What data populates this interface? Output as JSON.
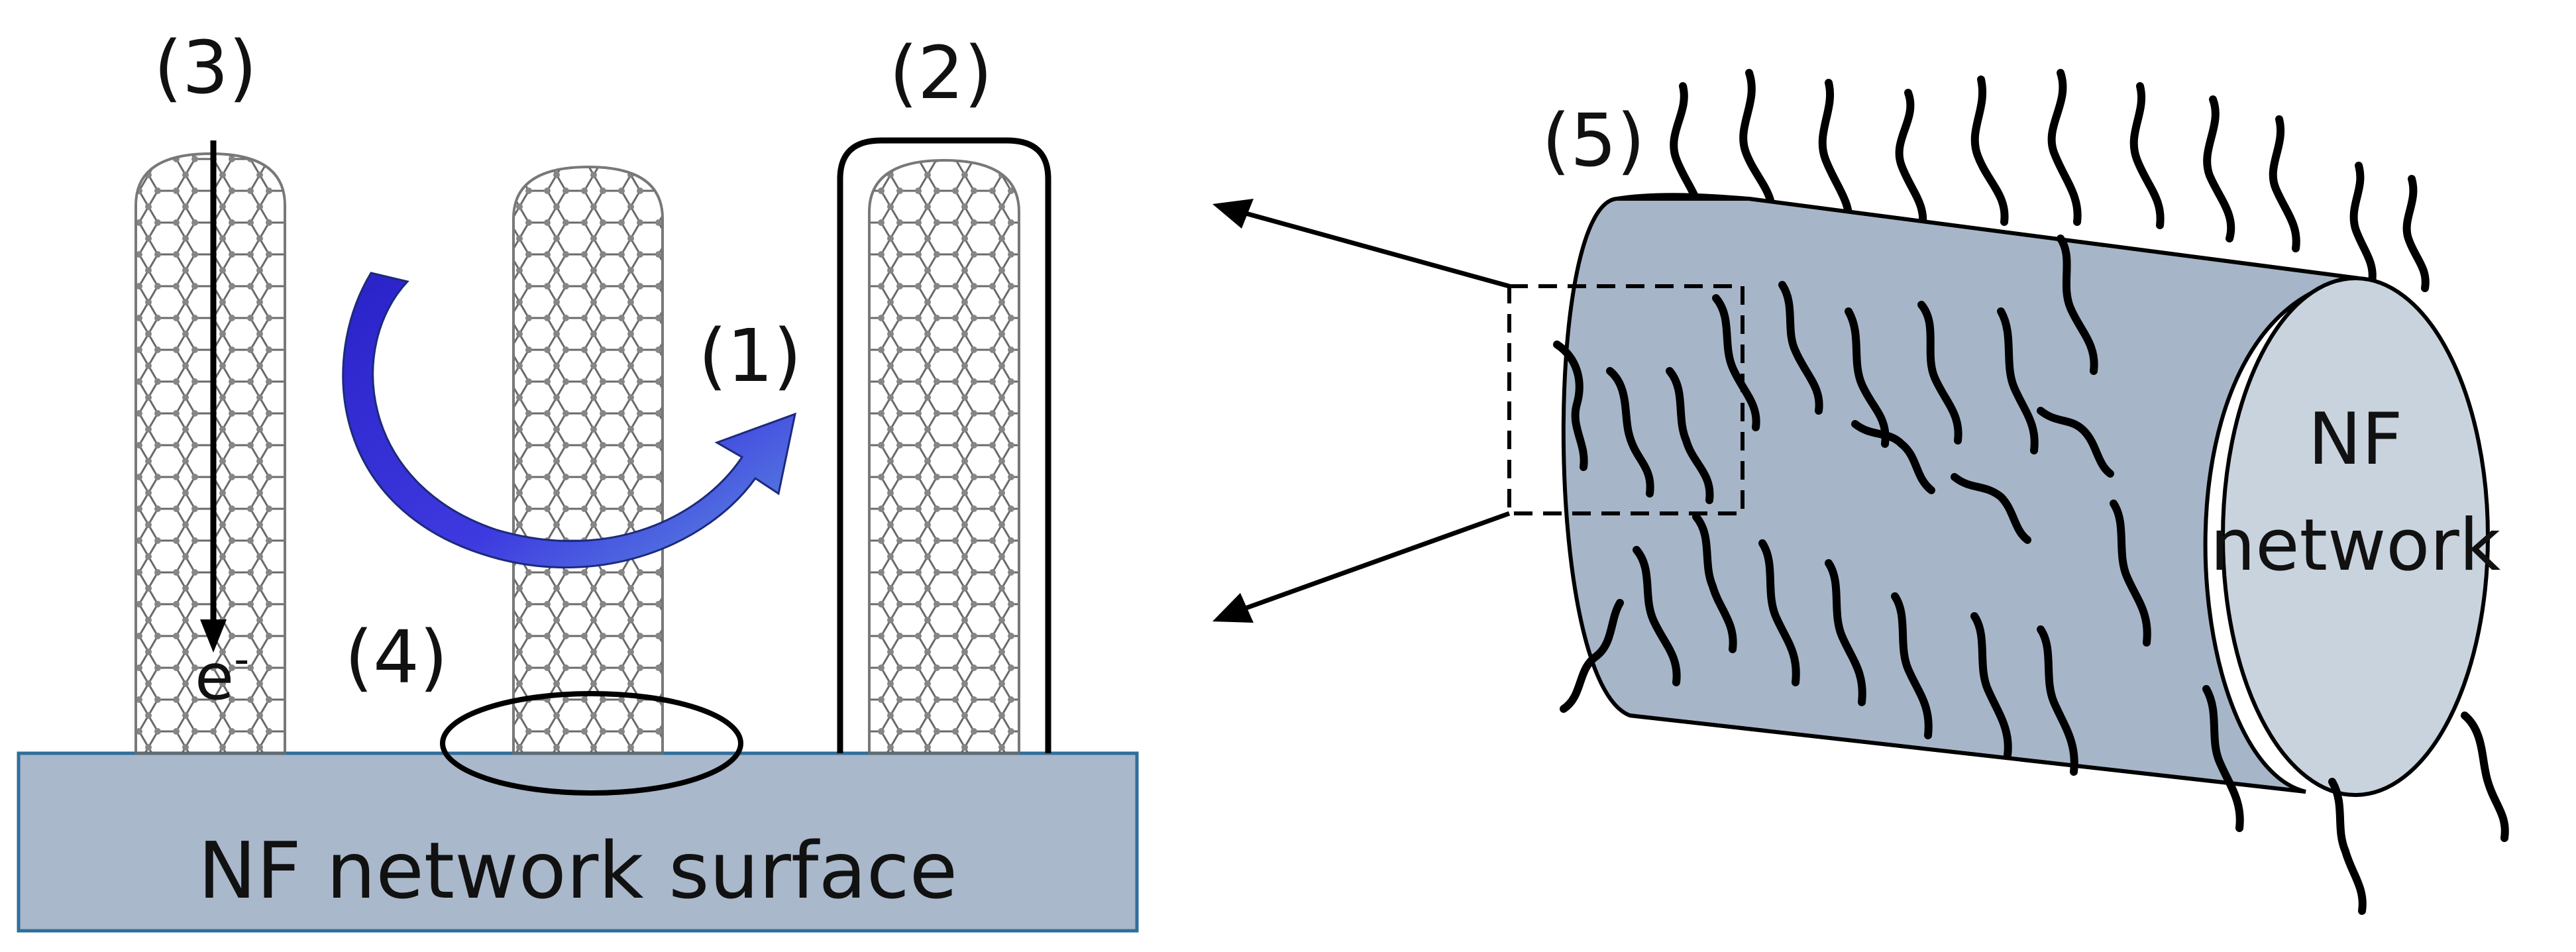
{
  "labels": {
    "step_1": "(1)",
    "step_2": "(2)",
    "step_3": "(3)",
    "step_4": "(4)",
    "step_5": "(5)",
    "electron": "e",
    "electron_charge": "-",
    "surface": "NF network surface",
    "fiber_end_line1": "NF",
    "fiber_end_line2": "network"
  },
  "colors": {
    "surface_fill": "#a9b8ca",
    "surface_stroke": "#2f6e99",
    "fiber_body": "#a6b6c8",
    "fiber_end": "#c8d3de",
    "arrow_blue": "#3b35d6",
    "arrow_blue_light": "#5d8fe0",
    "tube_mesh": "#5a5a5a",
    "ink": "#000000"
  },
  "icons": {
    "nanotubes": "carbon-nanotube-icon",
    "curved_arrow": "curved-arrow-icon",
    "chains": "polymer-chain-icon"
  }
}
